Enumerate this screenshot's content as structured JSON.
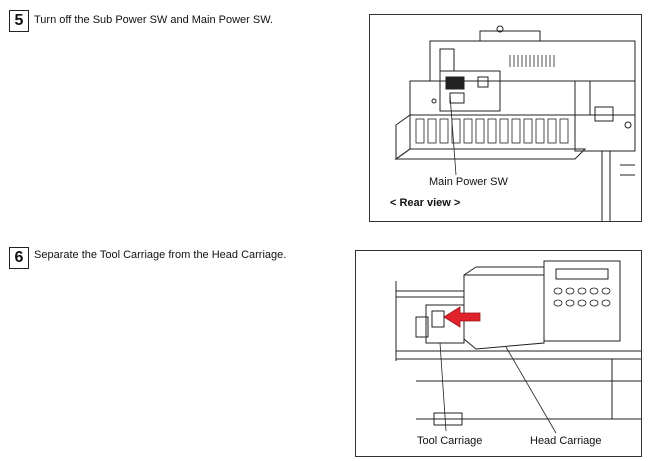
{
  "steps": [
    {
      "number": "5",
      "text": "Turn off the Sub Power SW and Main Power SW.",
      "figure": {
        "label_main_power": "Main Power SW",
        "label_view": "< Rear view >"
      }
    },
    {
      "number": "6",
      "text": "Separate the Tool Carriage from the Head Carriage.",
      "figure": {
        "label_tool": "Tool Carriage",
        "label_head": "Head Carriage"
      }
    }
  ],
  "colors": {
    "arrow": "#e0232b",
    "line": "#222222"
  }
}
